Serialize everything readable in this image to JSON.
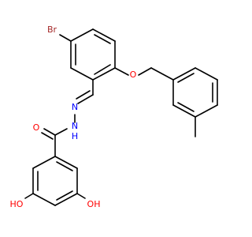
{
  "colors": {
    "bond": "#000000",
    "bromine": "#a52a2a",
    "oxygen": "#ff0000",
    "nitrogen": "#0000ff",
    "background": "#ffffff"
  },
  "labels": {
    "br": "Br",
    "o_ether": "O",
    "o_carbonyl": "O",
    "nh": "N",
    "nh_h": "H",
    "n_imine": "N",
    "oh_left": "HO",
    "oh_right": "OH"
  }
}
